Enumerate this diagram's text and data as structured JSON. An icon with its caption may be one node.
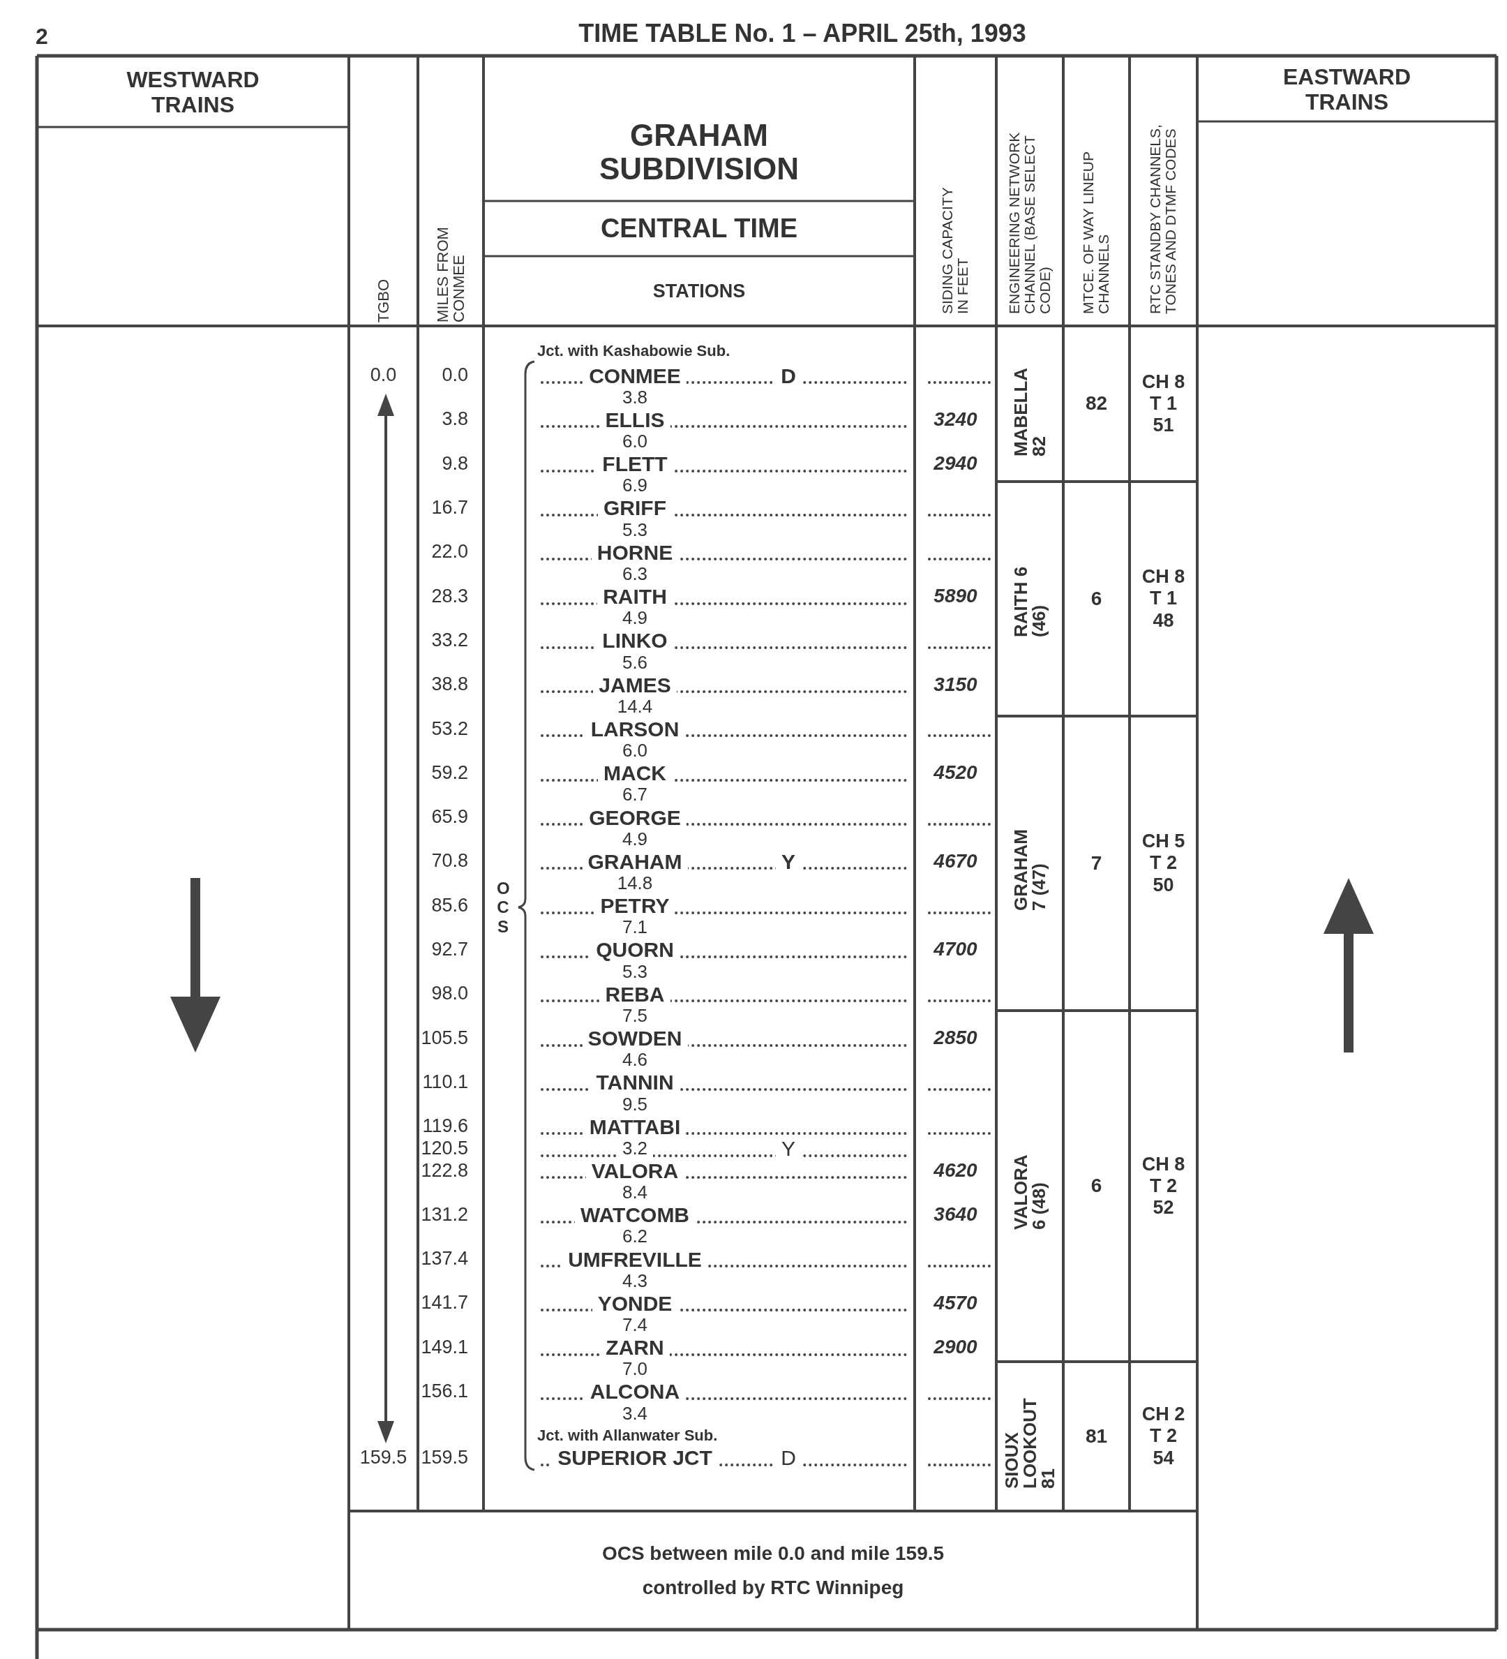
{
  "diagram": {
    "title": "TIME TABLE No. 1 – APRIL 25th, 1993",
    "labels": [
      "2",
      "WESTWARD TRAINS",
      "TGBO",
      "MILES FROM CONMEE",
      "GRAHAM SUBDIVISION",
      "CENTRAL TIME",
      "STATIONS",
      "SIDING CAPACITY IN FEET",
      "ENGINEERING NETWORK CHANNEL (BASE SELECT CODE)",
      "MTCE. OF WAY LINEUP CHANNELS",
      "RTC STANDBY CHANNELS, TONES AND DTMF CODES",
      "EASTWARD TRAINS",
      "Jct. with Kashabowie Sub.",
      "0.0",
      "0.0",
      "CONMEE",
      "D",
      "3.8",
      "3.8",
      "ELLIS",
      "3240",
      "6.0",
      "9.8",
      "FLETT",
      "2940",
      "6.9",
      "16.7",
      "GRIFF",
      "5.3",
      "22.0",
      "HORNE",
      "6.3",
      "28.3",
      "RAITH",
      "5890",
      "4.9",
      "33.2",
      "LINKO",
      "5.6",
      "38.8",
      "JAMES",
      "3150",
      "14.4",
      "53.2",
      "LARSON",
      "6.0",
      "59.2",
      "MACK",
      "4520",
      "6.7",
      "65.9",
      "GEORGE",
      "4.9",
      "70.8",
      "GRAHAM",
      "Y",
      "4670",
      "14.8",
      "85.6",
      "PETRY",
      "7.1",
      "92.7",
      "QUORN",
      "4700",
      "5.3",
      "98.0",
      "REBA",
      "7.5",
      "105.5",
      "SOWDEN",
      "2850",
      "4.6",
      "110.1",
      "TANNIN",
      "9.5",
      "119.6",
      "MATTABI",
      "120.5",
      "3.2",
      "Y",
      "122.8",
      "VALORA",
      "4620",
      "8.4",
      "131.2",
      "WATCOMB",
      "3640",
      "6.2",
      "137.4",
      "UMFREVILLE",
      "4.3",
      "141.7",
      "YONDE",
      "4570",
      "7.4",
      "149.1",
      "ZARN",
      "2900",
      "7.0",
      "156.1",
      "ALCONA",
      "3.4",
      "Jct. with Allanwater Sub.",
      "159.5",
      "159.5",
      "SUPERIOR JCT",
      "D",
      "OCS",
      "MABELLA 82",
      "82",
      "CH 8 T 1 51",
      "RAITH 6 (46)",
      "6",
      "CH 8 T 1 48",
      "GRAHAM 7 (47)",
      "7",
      "CH 5 T 2 50",
      "VALORA 6 (48)",
      "6",
      "CH 8 T 2 52",
      "SIOUX LOOKOUT 81",
      "81",
      "CH 2 T 2 54",
      "OCS between mile 0.0 and mile 159.5 controlled by RTC Winnipeg"
    ]
  }
}
